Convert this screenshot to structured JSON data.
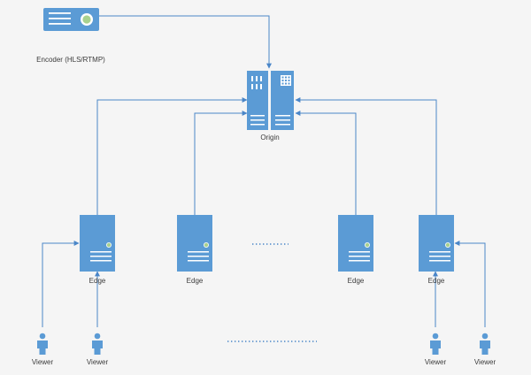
{
  "colors": {
    "device": "#5b9bd5",
    "connector": "#4a86c8",
    "led": "#a9d18e",
    "background": "#f5f5f5"
  },
  "nodes": {
    "encoder": {
      "label": "Encoder (HLS/RTMP)",
      "icon": "projector-icon"
    },
    "origin": {
      "label": "Origin",
      "icon": "server-rack-icon"
    },
    "edges": [
      {
        "label": "Edge",
        "icon": "server-icon"
      },
      {
        "label": "Edge",
        "icon": "server-icon"
      },
      {
        "label": "Edge",
        "icon": "server-icon"
      },
      {
        "label": "Edge",
        "icon": "server-icon"
      }
    ],
    "viewers": [
      {
        "label": "Viewer",
        "icon": "person-icon"
      },
      {
        "label": "Viewer",
        "icon": "person-icon"
      },
      {
        "label": "Viewer",
        "icon": "person-icon"
      },
      {
        "label": "Viewer",
        "icon": "person-icon"
      }
    ]
  }
}
